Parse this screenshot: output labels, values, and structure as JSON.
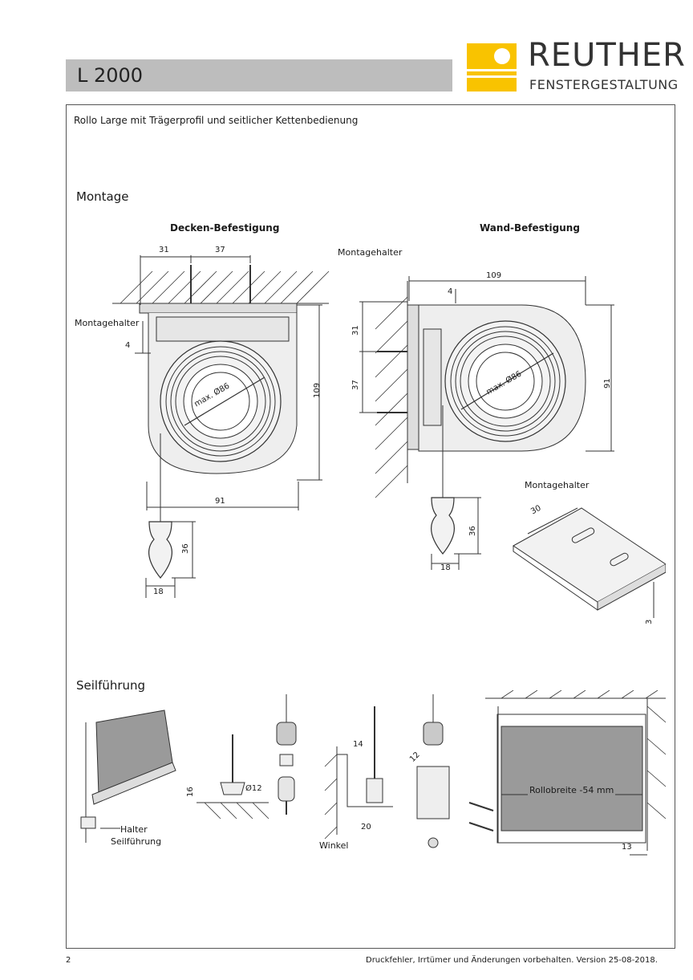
{
  "header": {
    "model_title": "L 2000",
    "brand_name": "REUTHER",
    "brand_subtitle": "FENSTERGESTALTUNG",
    "brand_color": "#f9c300"
  },
  "subtitle": "Rollo Large mit Trägerprofil und seitlicher Kettenbedienung",
  "montage": {
    "heading": "Montage",
    "ceiling": {
      "title": "Decken-Befestigung",
      "bracket_label": "Montagehalter",
      "dims": {
        "d31": "31",
        "d37": "37",
        "d4": "4",
        "d109": "109",
        "d91": "91",
        "diam": "max. Ø86",
        "weight_h": "36",
        "weight_w": "18"
      }
    },
    "wall": {
      "title": "Wand-Befestigung",
      "bracket_label": "Montagehalter",
      "dims": {
        "d109": "109",
        "d4": "4",
        "d31": "31",
        "d37": "37",
        "d91": "91",
        "diam": "max. Ø86",
        "weight_h": "36",
        "weight_w": "18"
      }
    },
    "bracket_detail": {
      "title": "Montagehalter",
      "dims": {
        "d30": "30",
        "d3": "3"
      }
    }
  },
  "seilfuehrung": {
    "heading": "Seilführung",
    "holder_label_1": "Halter",
    "holder_label_2": "Seilführung",
    "dims": {
      "d16": "16",
      "d12a": "Ø12",
      "d14": "14",
      "d12b": "12",
      "d20": "20",
      "d13": "13"
    },
    "angle_label": "Winkel",
    "rollo_width": "Rollobreite -54 mm"
  },
  "footer": {
    "page_number": "2",
    "disclaimer": "Druckfehler, Irrtümer und Änderungen vorbehalten. Version 25-08-2018."
  }
}
